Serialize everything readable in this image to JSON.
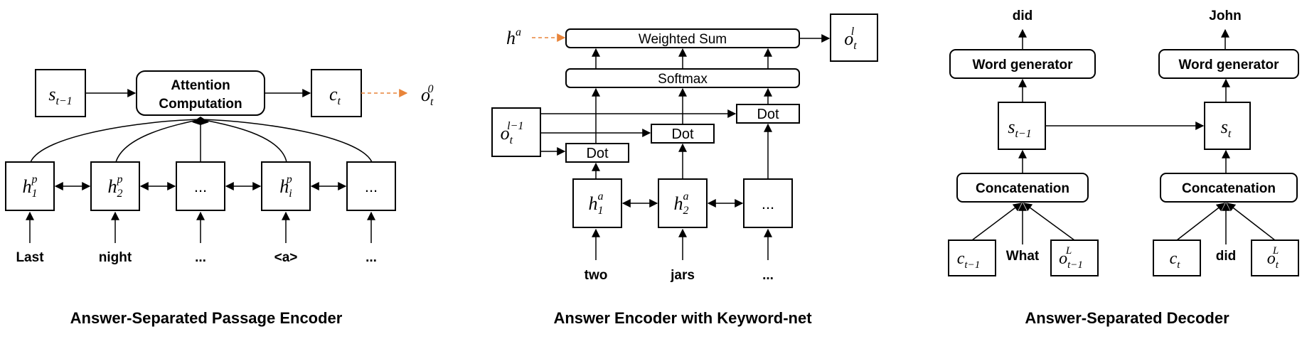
{
  "panel1": {
    "caption": "Answer-Separated Passage Encoder",
    "attention_label_line1": "Attention",
    "attention_label_line2": "Computation",
    "prev_state": {
      "base": "s",
      "sub": "t−1"
    },
    "context": {
      "base": "c",
      "sub": "t"
    },
    "output": {
      "base": "o",
      "sub": "t",
      "sup": "0"
    },
    "encoders": [
      {
        "base": "h",
        "sub": "1",
        "sup": "p"
      },
      {
        "base": "h",
        "sub": "2",
        "sup": "p"
      },
      {
        "text": "..."
      },
      {
        "base": "h",
        "sub": "i",
        "sup": "p"
      },
      {
        "text": "..."
      }
    ],
    "inputs": [
      "Last",
      "night",
      "...",
      "<a>",
      "..."
    ]
  },
  "panel2": {
    "caption": "Answer Encoder with Keyword-net",
    "weighted_sum": "Weighted Sum",
    "softmax": "Softmax",
    "dot_labels": [
      "Dot",
      "Dot",
      "Dot"
    ],
    "answer_vec": {
      "base": "h",
      "sup": "a"
    },
    "prev_output": {
      "base": "o",
      "sub": "t",
      "sup": "l−1"
    },
    "output": {
      "base": "o",
      "sub": "t",
      "sup": "l"
    },
    "encoders": [
      {
        "base": "h",
        "sub": "1",
        "sup": "a"
      },
      {
        "base": "h",
        "sub": "2",
        "sup": "a"
      },
      {
        "text": "..."
      }
    ],
    "inputs": [
      "two",
      "jars",
      "..."
    ]
  },
  "panel3": {
    "caption": "Answer-Separated Decoder",
    "word_generator": "Word generator",
    "concatenation": "Concatenation",
    "outputs": [
      "did",
      "John"
    ],
    "states": [
      {
        "base": "s",
        "sub": "t−1"
      },
      {
        "base": "s",
        "sub": "t"
      }
    ],
    "left_inputs": {
      "context": {
        "base": "c",
        "sub": "t−1"
      },
      "word": "What",
      "keyword": {
        "base": "o",
        "sub": "t−1",
        "sup": "L"
      }
    },
    "right_inputs": {
      "context": {
        "base": "c",
        "sub": "t"
      },
      "word": "did",
      "keyword": {
        "base": "o",
        "sub": "t",
        "sup": "L"
      }
    }
  },
  "colors": {
    "dashed_arrow": "#e8843a",
    "stroke": "#000000"
  }
}
